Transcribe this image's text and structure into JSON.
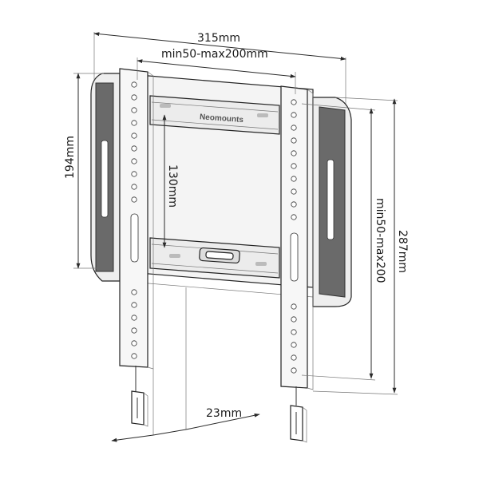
{
  "brand": {
    "name": "Neomounts"
  },
  "dimensions": {
    "total_width": "315mm",
    "vesa_width": "min50-max200mm",
    "plate_height": "194mm",
    "slot_height": "130mm",
    "vesa_height": "min50-max200",
    "total_height": "287mm",
    "wall_distance": "23mm"
  },
  "colors": {
    "line": "#222222",
    "pad": "#666666",
    "background": "#ffffff"
  }
}
